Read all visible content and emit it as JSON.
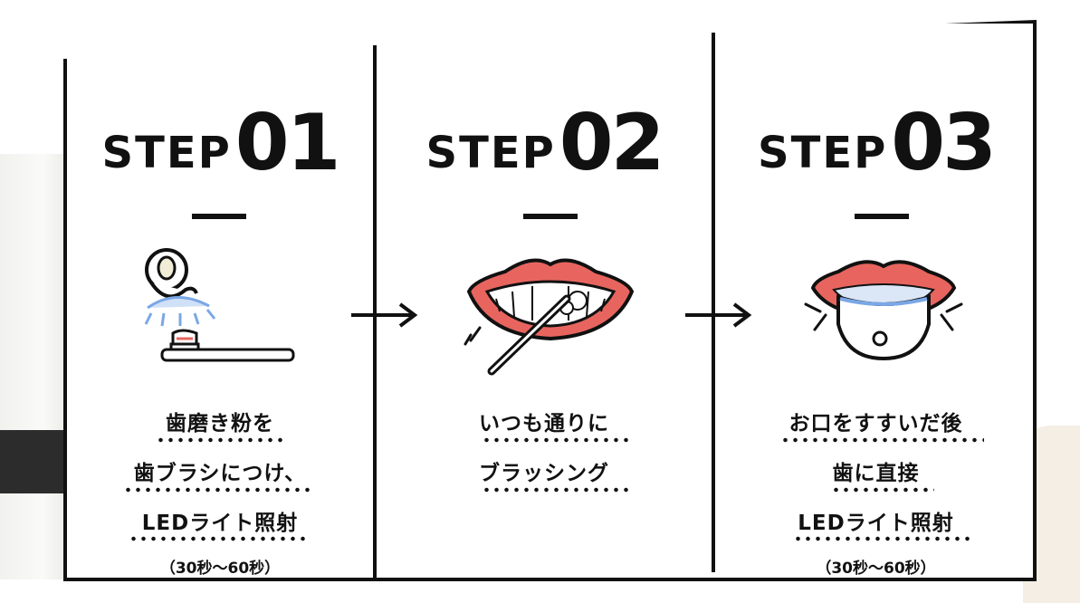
{
  "steps": [
    {
      "word": "STEP",
      "number": "01",
      "lines": [
        "歯磨き粉を",
        "歯ブラシにつけ、",
        "LEDライト照射"
      ],
      "note": "（30秒〜60秒）"
    },
    {
      "word": "STEP",
      "number": "02",
      "lines": [
        "いつも通りに",
        "ブラッシング"
      ],
      "note": ""
    },
    {
      "word": "STEP",
      "number": "03",
      "lines": [
        "お口をすすいだ後",
        "歯に直接",
        "LEDライト照射"
      ],
      "note": "（30秒〜60秒）"
    }
  ],
  "icons": {
    "step1": "led-light-toothbrush-icon",
    "step2": "brushing-mouth-icon",
    "step3": "mouth-led-icon",
    "arrow": "right-arrow-icon"
  },
  "colors": {
    "ink": "#111111",
    "lips": "#e8655f",
    "light": "#7aa7e6"
  }
}
